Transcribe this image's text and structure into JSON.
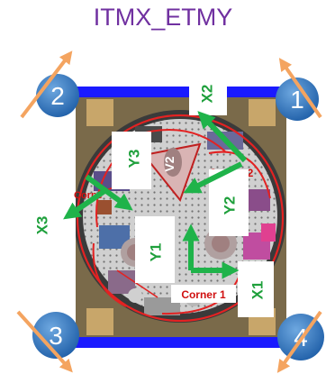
{
  "title": "ITMX_ETMY",
  "corner_numbers": {
    "c1": "1",
    "c2": "2",
    "c3": "3",
    "c4": "4"
  },
  "panel_labels": {
    "x1": "X1",
    "x2": "X2",
    "x3": "X3",
    "y1": "Y1",
    "y2": "Y2",
    "y3": "Y3"
  },
  "photo_labels": {
    "v2": "V2",
    "corner1": "Corner 1",
    "corner2": "Corner 2",
    "corne": "Corne"
  },
  "colors": {
    "title": "#7030a0",
    "frame": "#1a1aff",
    "badge": "#2e75b6",
    "arrow_orange": "#f4a460",
    "arrow_green": "#1fb34a",
    "label_green": "#1fa03c",
    "ring_red": "#e32222"
  }
}
